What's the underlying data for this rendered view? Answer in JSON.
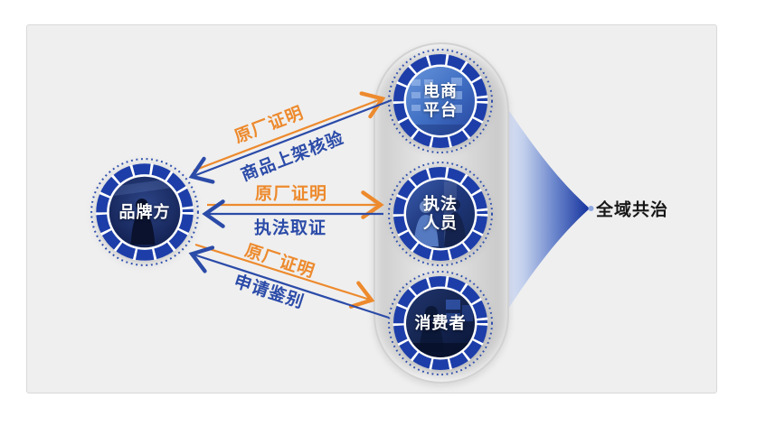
{
  "diagram": {
    "nodes": {
      "brand": {
        "label": "品牌方"
      },
      "platform": {
        "line1": "电商",
        "line2": "平台"
      },
      "enforcement": {
        "line1": "执法",
        "line2": "人员"
      },
      "consumer": {
        "label": "消费者"
      }
    },
    "flows": {
      "top": {
        "forward": "原厂证明",
        "back": "商品上架核验"
      },
      "middle": {
        "forward": "原厂证明",
        "back": "执法取证"
      },
      "bottom": {
        "forward": "原厂证明",
        "back": "申请鉴别"
      }
    },
    "result": {
      "label": "全域共治"
    },
    "colors": {
      "orange": "#ED8A2D",
      "blue": "#2B4BA8",
      "ring_blue": "#1D3EA9",
      "slide_bg": "#EFEFEF",
      "pill_gray": "#DCDCDC",
      "funnel_tip_blue": "#14329D"
    }
  }
}
